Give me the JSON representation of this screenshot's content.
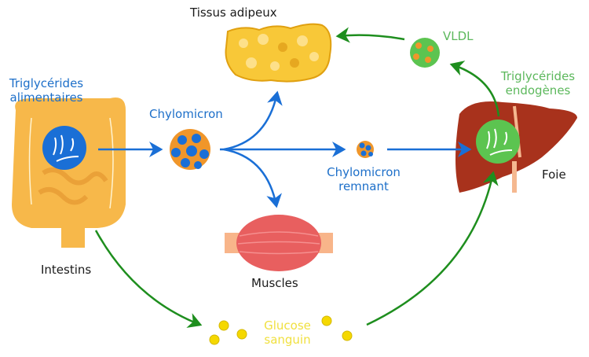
{
  "colors": {
    "blue_arrow": "#1a6fd6",
    "green_arrow": "#1e8e1e",
    "blue_text": "#1d6fc9",
    "green_text": "#5cb85c",
    "yellow_text": "#f0e040",
    "intestine": "#f7b84a",
    "liver": "#a8321c",
    "muscle": "#e85f5f",
    "adipose": "#f8c838"
  },
  "labels": {
    "tissus_adipeux": "Tissus adipeux",
    "vldl": "VLDL",
    "tg_alimentaires_1": "Triglycérides",
    "tg_alimentaires_2": "alimentaires",
    "chylomicron": "Chylomicron",
    "chylomicron_remnant_1": "Chylomicron",
    "chylomicron_remnant_2": "remnant",
    "tg_endogenes_1": "Triglycérides",
    "tg_endogenes_2": "endogènes",
    "foie": "Foie",
    "intestins": "Intestins",
    "muscles": "Muscles",
    "glucose_1": "Glucose",
    "glucose_2": "sanguin"
  }
}
